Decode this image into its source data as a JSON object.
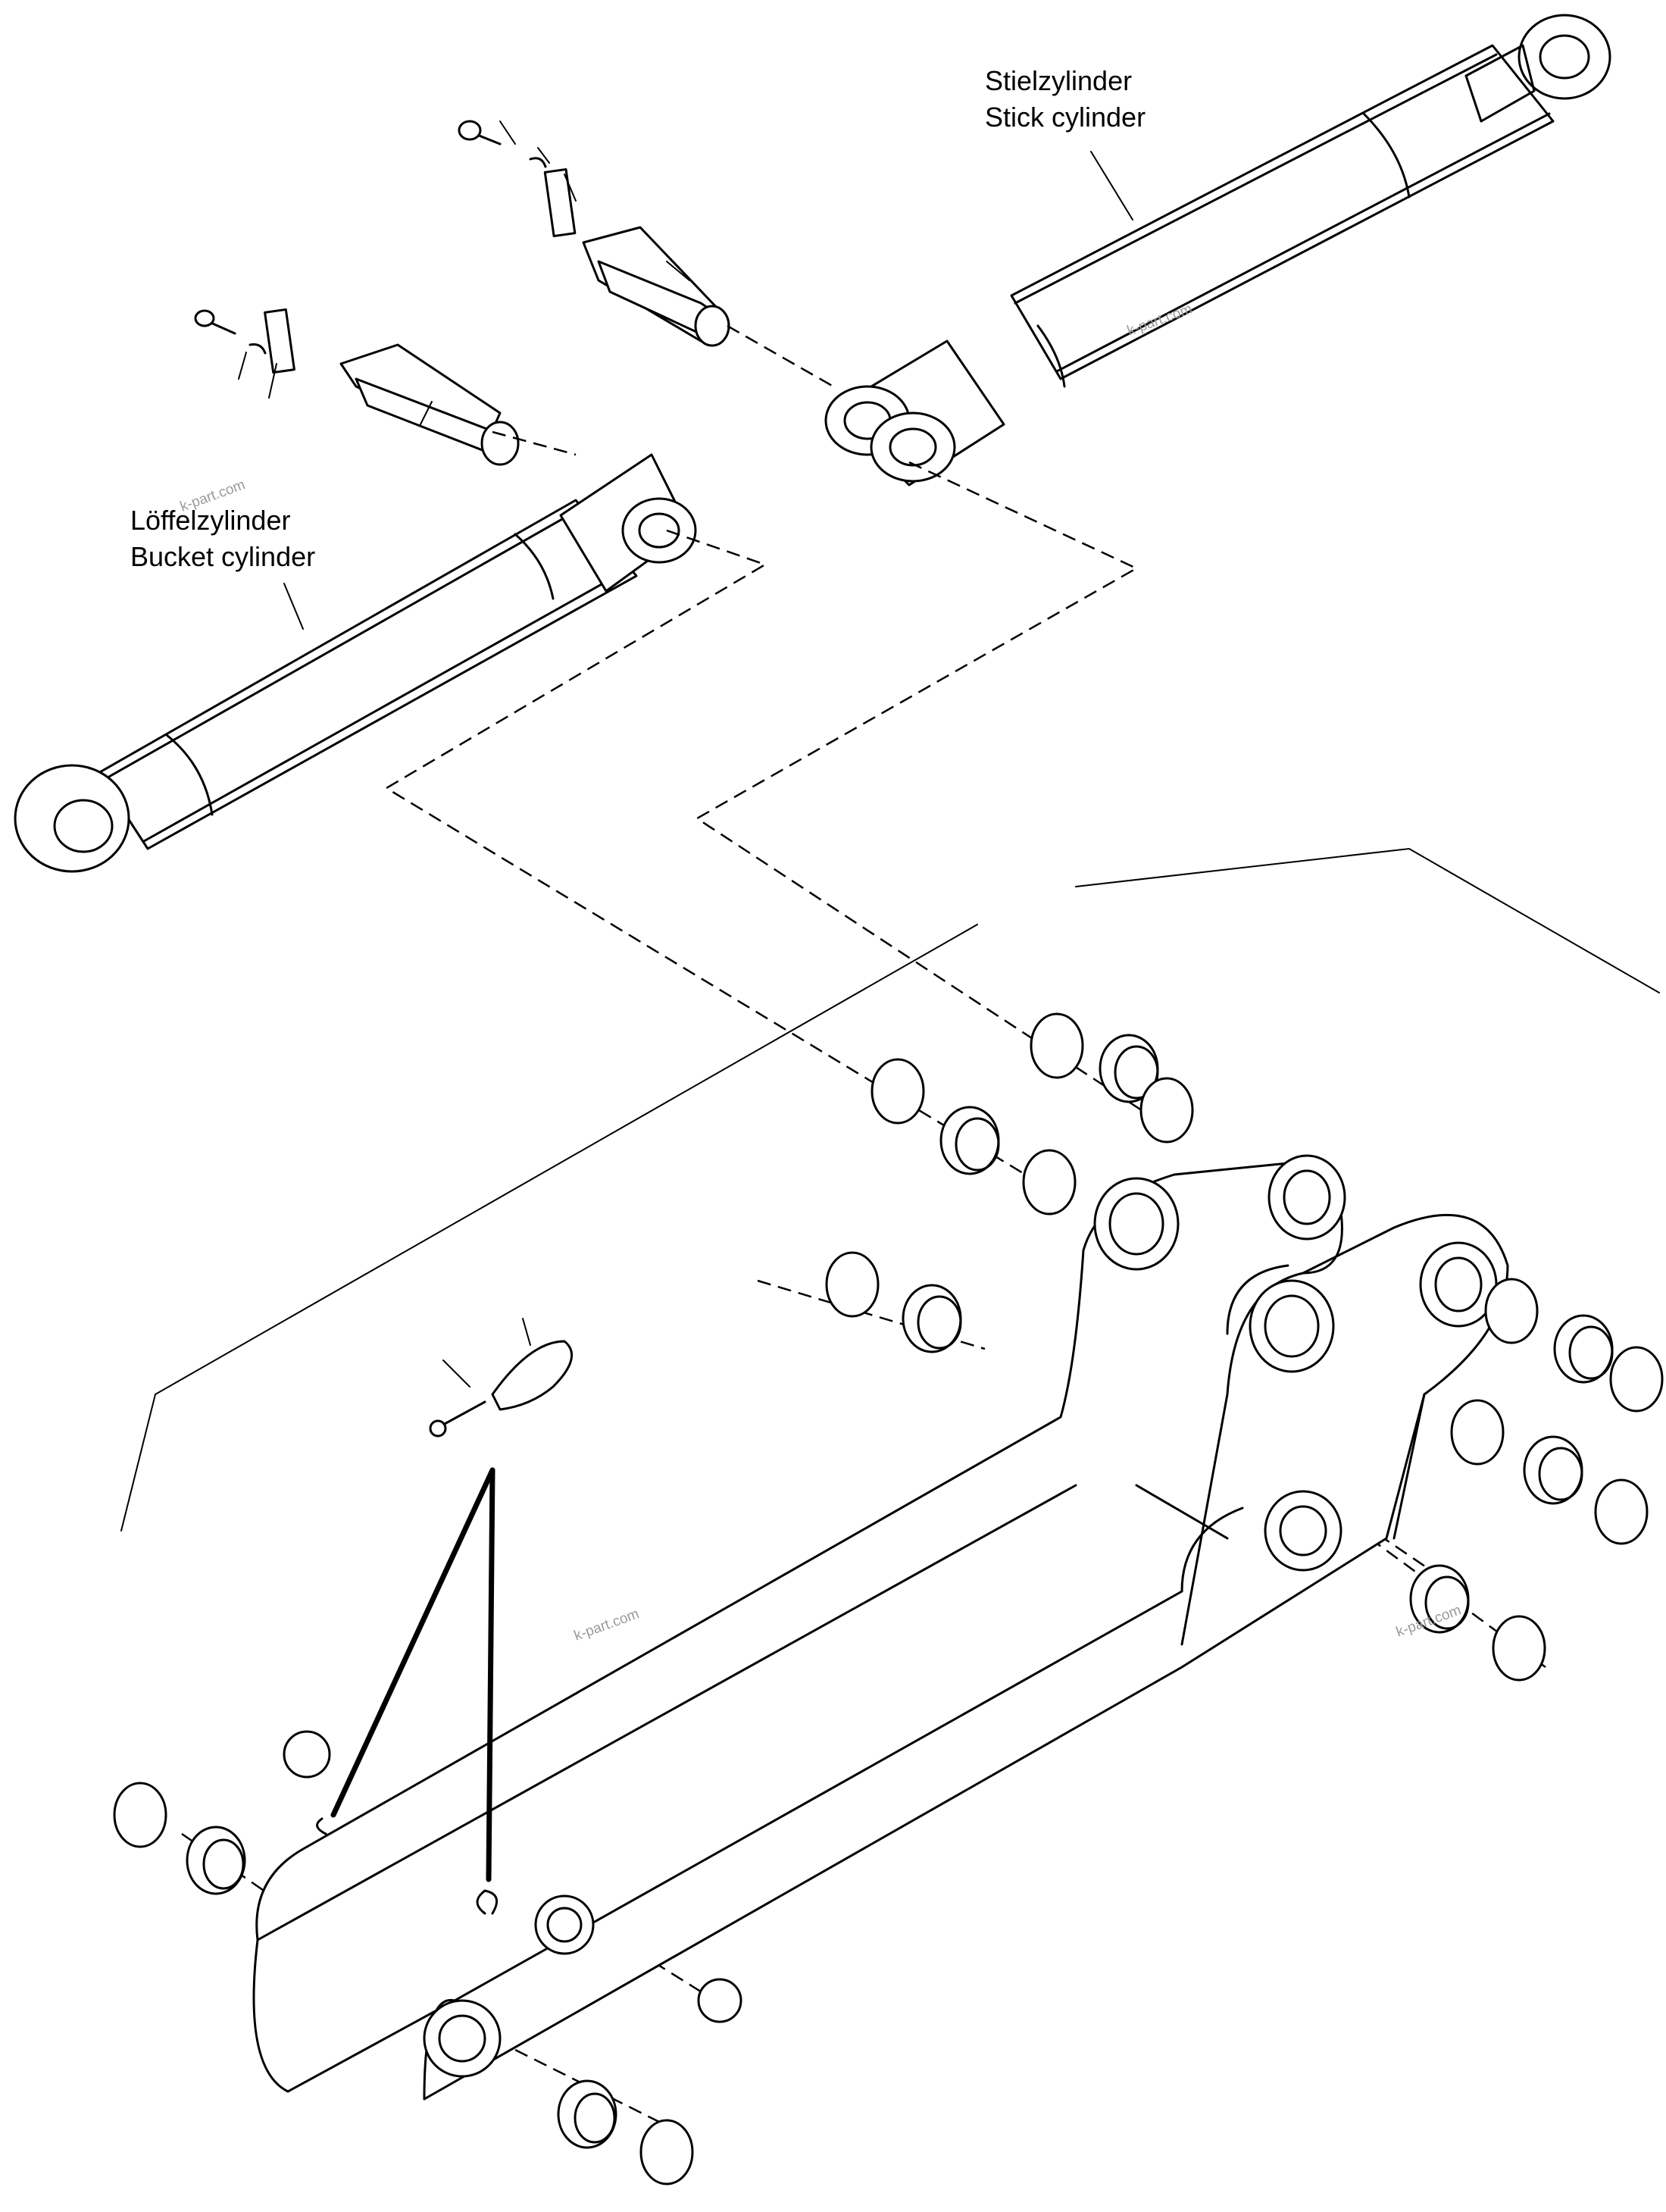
{
  "labels": {
    "stick_de": "Stielzylinder",
    "stick_en": "Stick cylinder",
    "bucket_de": "Löffelzylinder",
    "bucket_en": "Bucket cylinder"
  },
  "watermark": "k-part.com",
  "colors": {
    "line": "#000000",
    "background": "#ffffff",
    "watermark": "#9a9a9a"
  }
}
